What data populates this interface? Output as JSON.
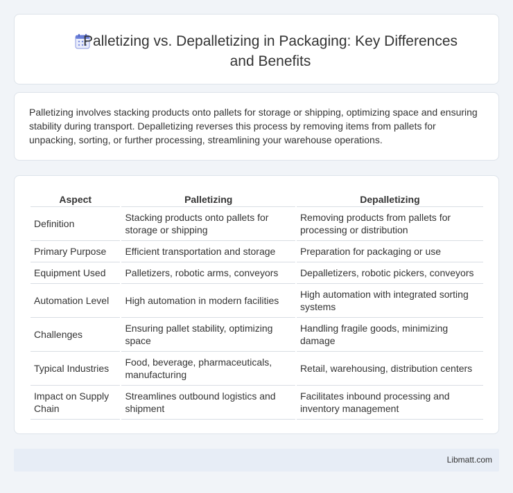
{
  "header": {
    "title": "Palletizing vs. Depalletizing in Packaging: Key Differences and Benefits",
    "icon": "calendar-icon"
  },
  "intro": {
    "text": "Palletizing involves stacking products onto pallets for storage or shipping, optimizing space and ensuring stability during transport. Depalletizing reverses this process by removing items from pallets for unpacking, sorting, or further processing, streamlining your warehouse operations."
  },
  "table": {
    "headers": [
      "Aspect",
      "Palletizing",
      "Depalletizing"
    ],
    "rows": [
      [
        "Definition",
        "Stacking products onto pallets for storage or shipping",
        "Removing products from pallets for processing or distribution"
      ],
      [
        "Primary Purpose",
        "Efficient transportation and storage",
        "Preparation for packaging or use"
      ],
      [
        "Equipment Used",
        "Palletizers, robotic arms, conveyors",
        "Depalletizers, robotic pickers, conveyors"
      ],
      [
        "Automation Level",
        "High automation in modern facilities",
        "High automation with integrated sorting systems"
      ],
      [
        "Challenges",
        "Ensuring pallet stability, optimizing space",
        "Handling fragile goods, minimizing damage"
      ],
      [
        "Typical Industries",
        "Food, beverage, pharmaceuticals, manufacturing",
        "Retail, warehousing, distribution centers"
      ],
      [
        "Impact on Supply Chain",
        "Streamlines outbound logistics and shipment",
        "Facilitates inbound processing and inventory management"
      ]
    ]
  },
  "footer": {
    "site": "Libmatt.com"
  },
  "colors": {
    "background": "#f1f4f8",
    "card": "#ffffff",
    "footer": "#e7edf6",
    "icon_accent": "#6a7fd8"
  }
}
